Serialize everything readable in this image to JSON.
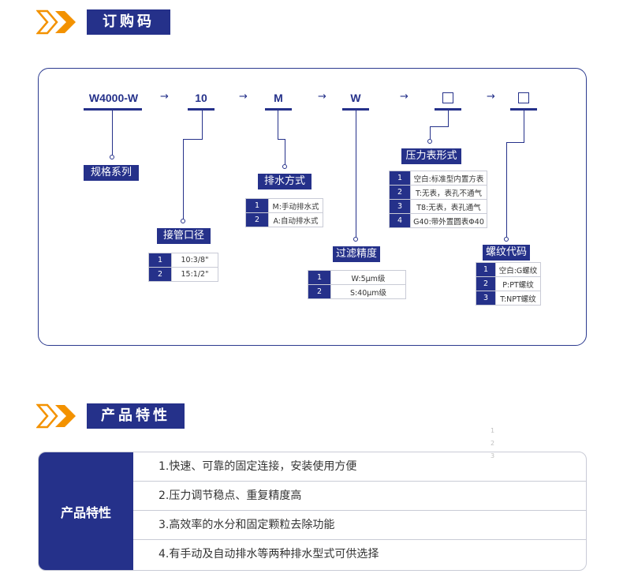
{
  "section1": {
    "title": "订购码"
  },
  "codes": {
    "model": "W4000-W",
    "c1": "10",
    "c2": "M",
    "c3": "W",
    "arrow": "→"
  },
  "labels": {
    "series": "规格系列",
    "port": "接管口径",
    "drain": "排水方式",
    "filter": "过滤精度",
    "gauge": "压力表形式",
    "thread": "螺纹代码"
  },
  "port_options": [
    {
      "n": "1",
      "t": "10:3/8\""
    },
    {
      "n": "2",
      "t": "15:1/2\""
    }
  ],
  "drain_options": [
    {
      "n": "1",
      "t": "M:手动排水式"
    },
    {
      "n": "2",
      "t": "A:自动排水式"
    }
  ],
  "filter_options": [
    {
      "n": "1",
      "t": "W:5μm级"
    },
    {
      "n": "2",
      "t": "S:40μm级"
    }
  ],
  "gauge_options": [
    {
      "n": "1",
      "t": "空白:标准型内置方表"
    },
    {
      "n": "2",
      "t": "T:无表，表孔不通气"
    },
    {
      "n": "3",
      "t": "T8:无表，表孔通气"
    },
    {
      "n": "4",
      "t": "G40:带外置圆表Φ40"
    }
  ],
  "thread_options": [
    {
      "n": "1",
      "t": "空白:G螺纹"
    },
    {
      "n": "2",
      "t": "P:PT螺纹"
    },
    {
      "n": "3",
      "t": "T:NPT螺纹"
    }
  ],
  "section2": {
    "title": "产品特性"
  },
  "features": {
    "header": "产品特性",
    "items": [
      "1.快速、可靠的固定连接，安装使用方便",
      "2.压力调节稳点、重复精度高",
      "3.高效率的水分和固定颗粒去除功能",
      "4.有手动及自动排水等两种排水型式可供选择"
    ],
    "faint_numbers": [
      "1",
      "2",
      "3"
    ]
  },
  "colors": {
    "navy": "#25318a",
    "orange": "#f39200",
    "border": "#c9cbd6"
  }
}
